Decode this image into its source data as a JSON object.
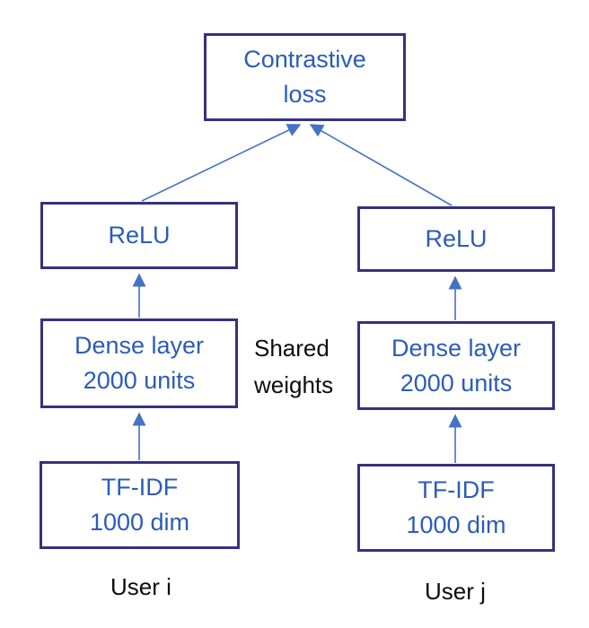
{
  "colors": {
    "background": "#ffffff",
    "box_border": "#36327f",
    "box_text": "#2b5cb8",
    "arrow": "#4472c4",
    "plain_text": "#0d0d0d"
  },
  "nodes": {
    "contrastive_loss": {
      "line1": "Contrastive",
      "line2": "loss"
    },
    "relu_left": {
      "line1": "ReLU"
    },
    "relu_right": {
      "line1": "ReLU"
    },
    "dense_left": {
      "line1": "Dense layer",
      "line2": "2000 units"
    },
    "dense_right": {
      "line1": "Dense layer",
      "line2": "2000 units"
    },
    "tfidf_left": {
      "line1": "TF-IDF",
      "line2": "1000 dim"
    },
    "tfidf_right": {
      "line1": "TF-IDF",
      "line2": "1000 dim"
    }
  },
  "annotations": {
    "shared_weights": {
      "line1": "Shared",
      "line2": "weights"
    },
    "user_i": "User i",
    "user_j": "User j"
  },
  "edges": [
    "tfidf_left -> dense_left",
    "dense_left -> relu_left",
    "relu_left -> contrastive_loss",
    "tfidf_right -> dense_right",
    "dense_right -> relu_right",
    "relu_right -> contrastive_loss"
  ]
}
